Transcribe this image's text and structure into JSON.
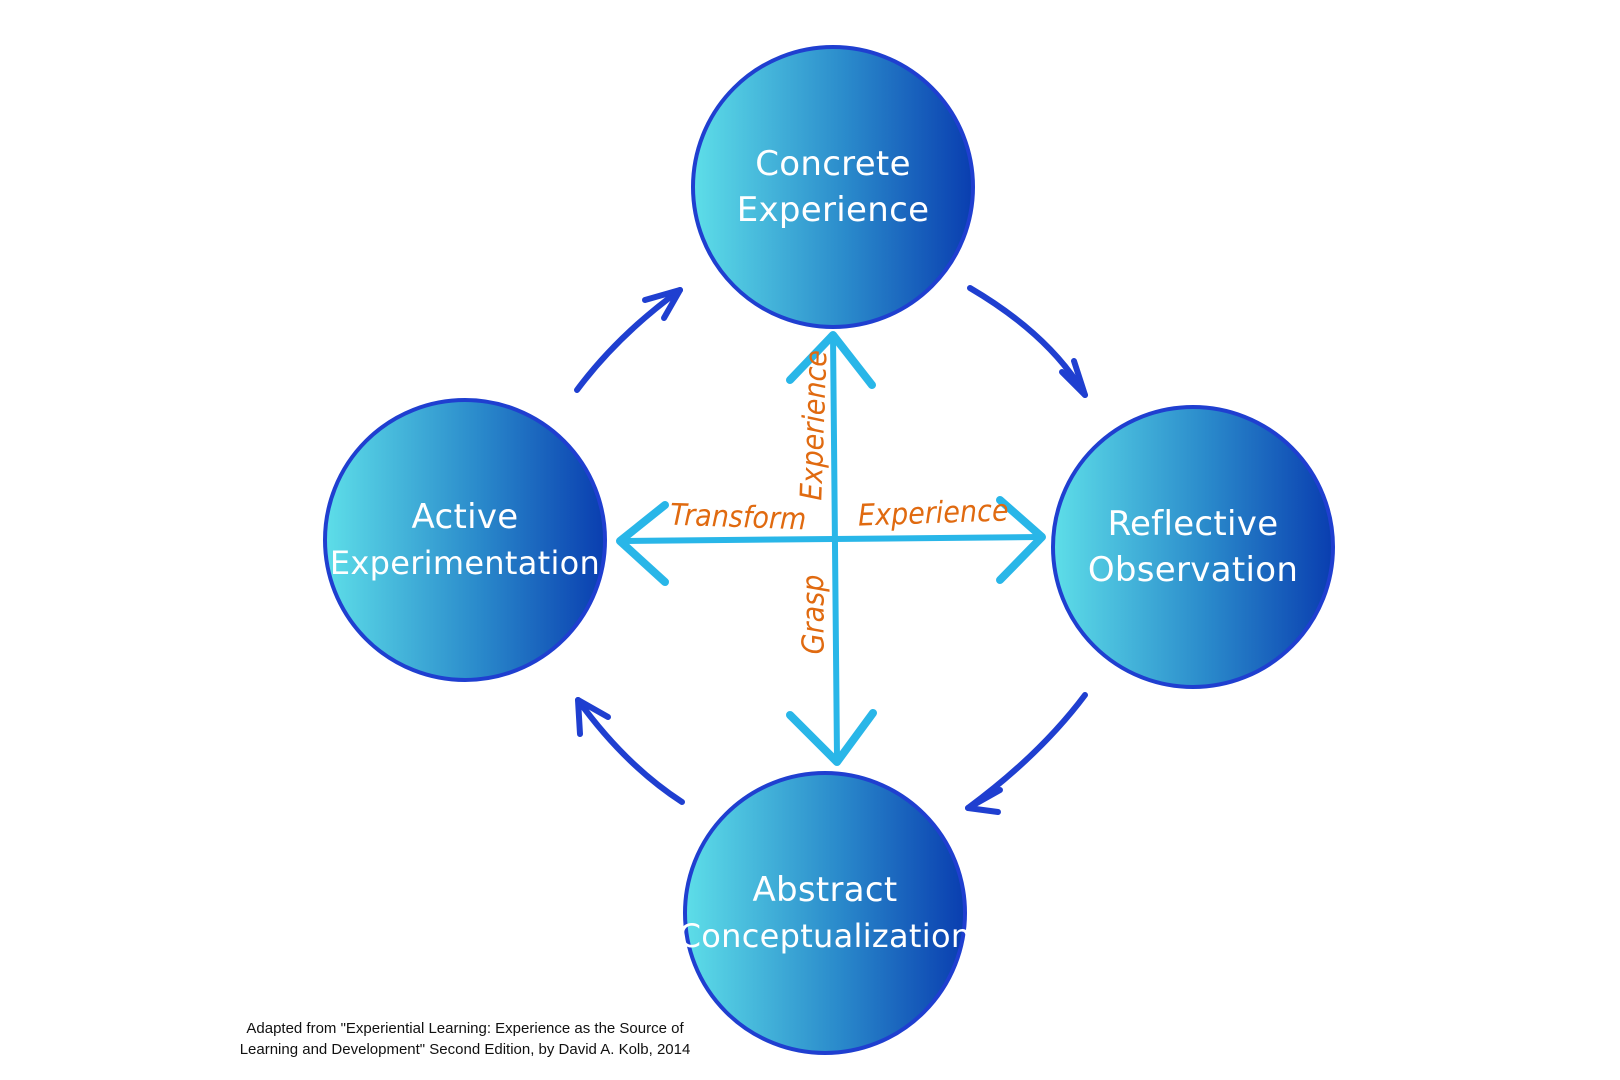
{
  "colors": {
    "circle_border": "#1f3fd0",
    "gradient_light": "#5ddde8",
    "gradient_mid": "#2a8acb",
    "gradient_dark": "#0a3fb0",
    "cycle_arrow": "#1f3fd0",
    "cross_arrow": "#29b6e8",
    "axis_label": "#e06a10",
    "node_text": "#ffffff"
  },
  "nodes": {
    "top": {
      "line1": "Concrete",
      "line2": "Experience"
    },
    "right": {
      "line1": "Reflective",
      "line2": "Observation"
    },
    "bottom": {
      "line1": "Abstract",
      "line2": "Conceptualization"
    },
    "left": {
      "line1": "Active",
      "line2": "Experimentation"
    }
  },
  "axis_labels": {
    "vertical_upper": "Experience",
    "vertical_lower": "Grasp",
    "horizontal_left": "Transform",
    "horizontal_right": "Experience"
  },
  "credit": {
    "line1": "Adapted from \"Experiential Learning: Experience as the Source of",
    "line2": "Learning and Development\" Second Edition, by David A. Kolb, 2014"
  },
  "icons": {
    "cycle_arrows": "curved-arrow-icon",
    "cross_arrows": "double-headed-arrow-icon"
  }
}
